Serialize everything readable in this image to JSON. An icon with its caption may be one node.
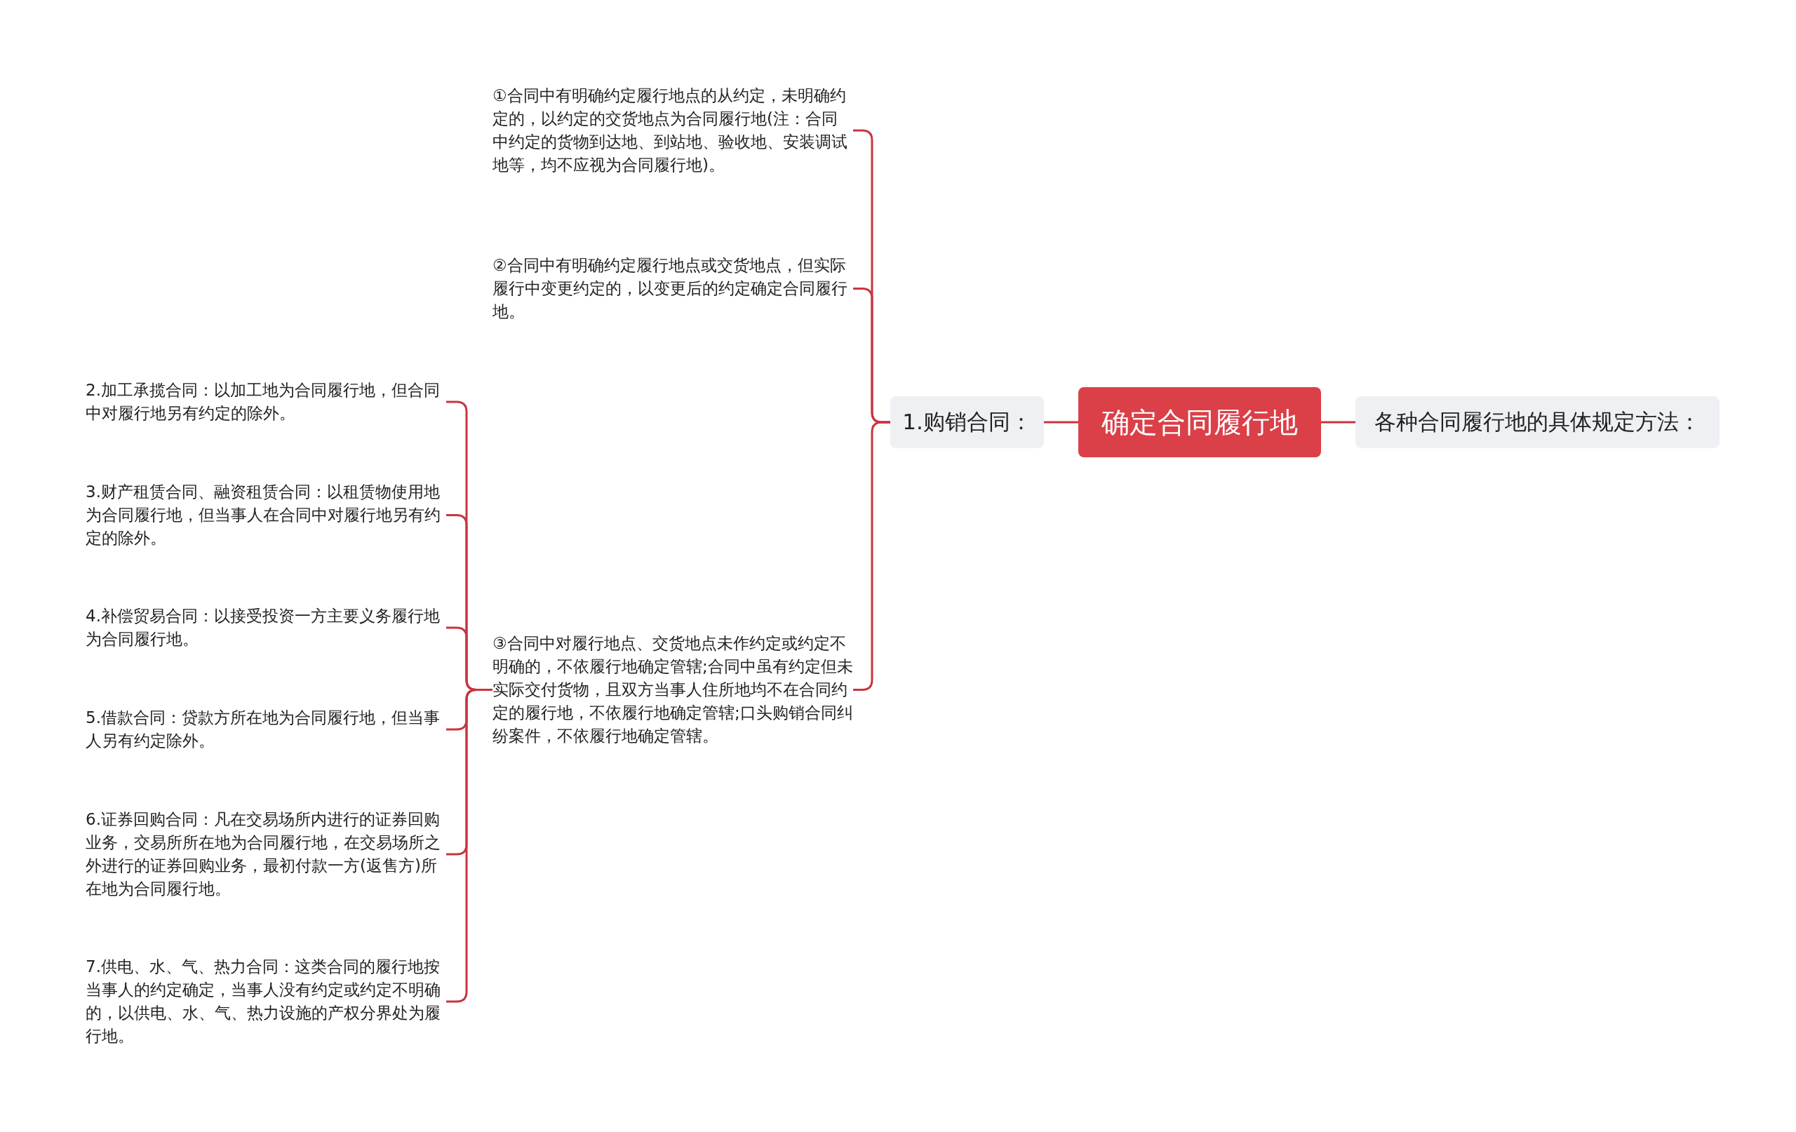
{
  "diagram": {
    "nodes": [
      {
        "text": [
          "确定合同履行地"
        ]
      },
      {
        "text": [
          "各种合同履行地的具体规定方法："
        ]
      },
      {
        "text": [
          "1.购销合同："
        ]
      },
      {
        "text": [
          "①合同中有明确约定履行地点的从约定，未明确约定的，以约定的交货地点为合同履行地(注：合同中约定的货物到达地、到站地、验收地、安装调试地等，均不应视为合同履行地)。"
        ]
      },
      {
        "text": [
          "②合同中有明确约定履行地点或交货地点，但实际履行中变更约定的，以变更后的约定确定合同履行地。"
        ]
      },
      {
        "text": [
          "③合同中对履行地点、交货地点未作约定或约定不明确的，不依履行地确定管辖;合同中虽有约定但未实际交付货物，且双方当事人住所地均不在合同约定的履行地，不依履行地确定管辖;口头购销合同纠纷案件，不依履行地确定管辖。"
        ]
      },
      {
        "text": [
          "2.加工承揽合同：以加工地为合同履行地，但合同中对履行地另有约定的除外。"
        ]
      },
      {
        "text": [
          "3.财产租赁合同、融资租赁合同：以租赁物使用地为合同履行地，但当事人在合同中对履行地另有约定的除外。"
        ]
      },
      {
        "text": [
          "4.补偿贸易合同：以接受投资一方主要义务履行地为合同履行地。"
        ]
      },
      {
        "text": [
          "5.借款合同：贷款方所在地为合同履行地，但当事人另有约定除外。"
        ]
      },
      {
        "text": [
          "6.证券回购合同：凡在交易场所内进行的证券回购业务，交易所所在地为合同履行地，在交易场所之外进行的证券回购业务，最初付款一方(返售方)所在地为合同履行地。"
        ]
      },
      {
        "text": [
          "7.供电、水、气、热力合同：这类合同的履行地按当事人的约定确定，当事人没有约定或约定不明确的，以供电、水、气、热力设施的产权分界处为履行地。"
        ]
      }
    ],
    "edges": [
      {
        "from": 0,
        "to": 1,
        "arrow": "none"
      },
      {
        "from": 0,
        "to": 2,
        "arrow": "none"
      },
      {
        "from": 2,
        "to": 3,
        "arrow": "none"
      },
      {
        "from": 2,
        "to": 4,
        "arrow": "none"
      },
      {
        "from": 2,
        "to": 5,
        "arrow": "none"
      },
      {
        "from": 5,
        "to": 6,
        "arrow": "none"
      },
      {
        "from": 5,
        "to": 7,
        "arrow": "none"
      },
      {
        "from": 5,
        "to": 8,
        "arrow": "none"
      },
      {
        "from": 5,
        "to": 9,
        "arrow": "none"
      },
      {
        "from": 5,
        "to": 10,
        "arrow": "none"
      },
      {
        "from": 5,
        "to": 11,
        "arrow": "none"
      }
    ]
  }
}
